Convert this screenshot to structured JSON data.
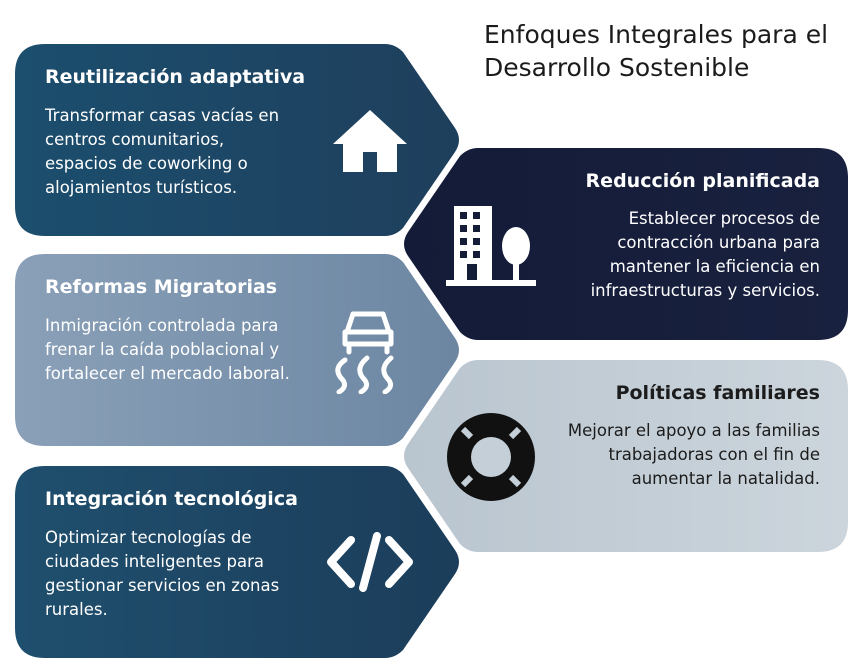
{
  "title": "Enfoques Integrales para el Desarrollo Sostenible",
  "colors": {
    "teal_dark": "#1d4a68",
    "navy": "#141c38",
    "steel_blue": "#7b93ad",
    "light_gray": "#c5cfd7"
  },
  "cards": [
    {
      "heading": "Reutilización adaptativa",
      "body": "Transformar casas vacías en centros comunitarios, espacios de coworking o alojamientos turísticos.",
      "icon": "house-icon"
    },
    {
      "heading": "Reducción planificada",
      "body": "Establecer procesos de contracción urbana para mantener la eficiencia en infraestructuras y servicios.",
      "icon": "city-tree-icon"
    },
    {
      "heading": "Reformas Migratorias",
      "body": "Inmigración controlada para frenar la caída poblacional y fortalecer el mercado laboral.",
      "icon": "car-slippery-road-icon"
    },
    {
      "heading": "Políticas familiares",
      "body": "Mejorar el apoyo a las familias trabajadoras con el fin de aumentar la natalidad.",
      "icon": "life-ring-icon"
    },
    {
      "heading": "Integración tecnológica",
      "body": "Optimizar tecnologías de ciudades inteligentes para gestionar servicios en zonas rurales.",
      "icon": "code-icon"
    }
  ]
}
